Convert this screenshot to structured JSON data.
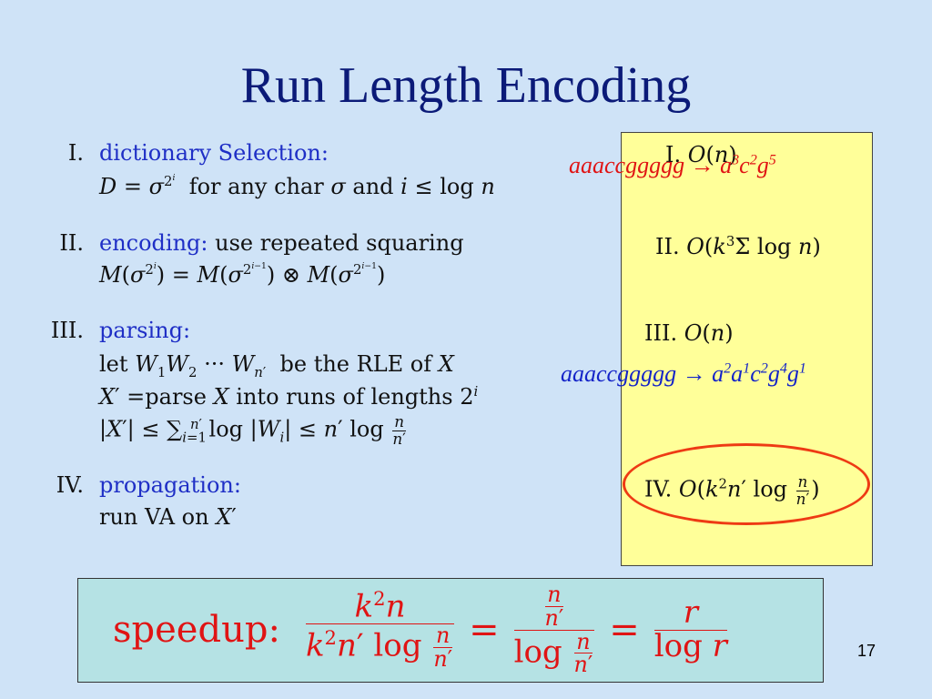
{
  "slide": {
    "title": "Run Length Encoding",
    "page_number": "17"
  },
  "steps": [
    {
      "numeral": "I.",
      "heading": "dictionary Selection:",
      "line2": "D = σ2i for any char σ and i ≤ log n"
    },
    {
      "numeral": "II.",
      "heading": "encoding:",
      "heading_tail": "use repeated squaring",
      "line2": "M(σ2i) = M(σ2i−1) ⊗ M(σ2i−1)"
    },
    {
      "numeral": "III.",
      "heading": "parsing:",
      "line2": "let W1W2 ··· Wn′ be the RLE of X",
      "line3": "X′ =parse X into runs of lengths 2i",
      "line4": "|X′| ≤ ∑i=1n′ log |Wi| ≤ n′ log n/n′"
    },
    {
      "numeral": "IV.",
      "heading": "propagation:",
      "line2": "run VA on X′"
    }
  ],
  "complexity": [
    {
      "numeral": "I.",
      "value": "O(n)"
    },
    {
      "numeral": "II.",
      "value": "O(k3Σ log n)"
    },
    {
      "numeral": "III.",
      "value": "O(n)"
    },
    {
      "numeral": "IV.",
      "value": "O(k2n′ log n/n′)"
    }
  ],
  "examples": [
    {
      "text": "aaaccggggg → a3c2g5",
      "color": "#e01414"
    },
    {
      "text": "aaaccggggg → a2a1c2g4g1",
      "color": "#1424c8"
    }
  ],
  "speedup": {
    "label": "speedup:",
    "formula": "k2n / (k2n′ log n/n′) = (n/n′) / (log n/n′) = r / log r"
  },
  "colors": {
    "background": "#cfe3f7",
    "title": "#0b1a78",
    "heading": "#1f2fc6",
    "highlight_box": "#ffff99",
    "speedup_box": "#b5e2e4",
    "accent_red": "#e01414",
    "ellipse": "#ee3a14"
  }
}
